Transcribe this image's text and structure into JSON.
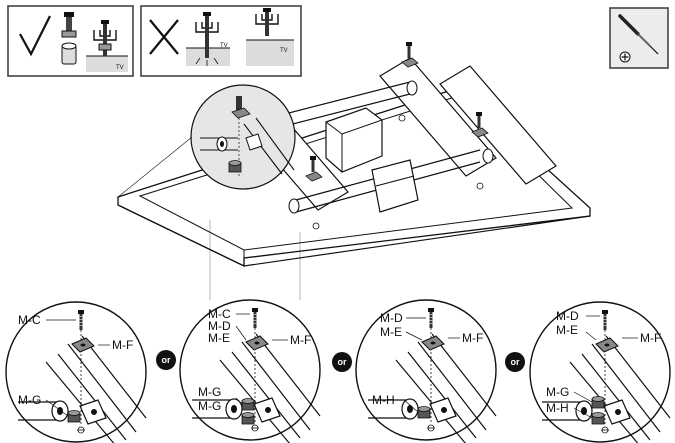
{
  "legend": {
    "correct": {
      "tv_label": "TV"
    },
    "incorrect": {
      "tv_label_1": "TV",
      "tv_label_2": "TV"
    }
  },
  "tool": {
    "icon": "phillips-screwdriver-icon"
  },
  "details": [
    {
      "top_label": "M-C",
      "right_label": "M-F",
      "middle_labels": [],
      "bottom_labels": [
        "M-G"
      ]
    },
    {
      "top_label": "M-C",
      "right_label": "M-F",
      "middle_labels": [
        "M-D",
        "M-E"
      ],
      "bottom_labels": [
        "M-G",
        "M-G"
      ]
    },
    {
      "top_label": "M-D",
      "right_label": "M-F",
      "middle_labels": [
        "M-E"
      ],
      "bottom_labels": [
        "M-H"
      ]
    },
    {
      "top_label": "M-D",
      "right_label": "M-F",
      "middle_labels": [
        "M-E"
      ],
      "bottom_labels": [
        "M-G",
        "M-H"
      ]
    }
  ],
  "separators": [
    "or",
    "or",
    "or"
  ]
}
